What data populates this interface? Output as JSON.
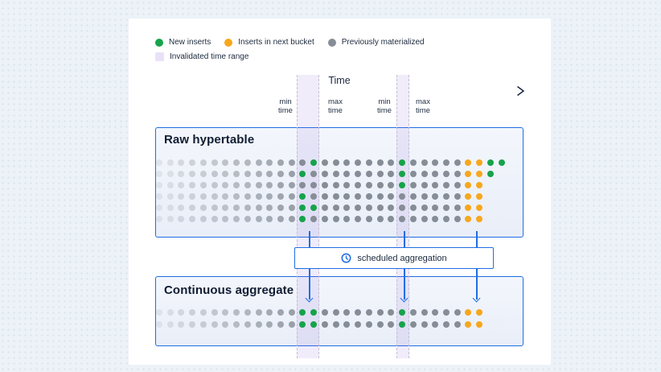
{
  "colors": {
    "accent_blue": "#1f6ee5",
    "axis_navy": "#1b2740",
    "green": "#16a34a",
    "orange": "#f6a71d",
    "gray": "#868d96",
    "band_fill": "rgba(139,101,216,0.12)",
    "band_border": "#c4bed2",
    "band_swatch": "#e9e1f7"
  },
  "legend": {
    "row1": [
      {
        "label": "New inserts",
        "swatch": "green"
      },
      {
        "label": "Inserts in next bucket",
        "swatch": "orange"
      },
      {
        "label": "Previously materialized",
        "swatch": "gray"
      }
    ],
    "row2": [
      {
        "label": "Invalidated time range",
        "swatch": "band"
      }
    ]
  },
  "time_axis": {
    "label": "Time",
    "tick_labels": [
      {
        "line1": "min",
        "line2": "time"
      },
      {
        "line1": "max",
        "line2": "time"
      },
      {
        "line1": "min",
        "line2": "time"
      },
      {
        "line1": "max",
        "line2": "time"
      }
    ]
  },
  "dot_key": {
    ".": "previously materialized",
    "G": "new insert",
    "O": "insert in next bucket"
  },
  "raw_hypertable": {
    "title": "Raw hypertable",
    "dot_rows": [
      "..............G.......G.....OOGG",
      ".............G........G.....OOG",
      "......................G.....OO",
      ".............G..............OO",
      ".............GG.............OO",
      ".............G..............OO"
    ]
  },
  "aggregation_button": {
    "label": "scheduled aggregation"
  },
  "continuous_aggregate": {
    "title": "Continuous aggregate",
    "dot_rows": [
      ".............GG.......G.....OO",
      ".............GG.......G.....OO"
    ]
  }
}
